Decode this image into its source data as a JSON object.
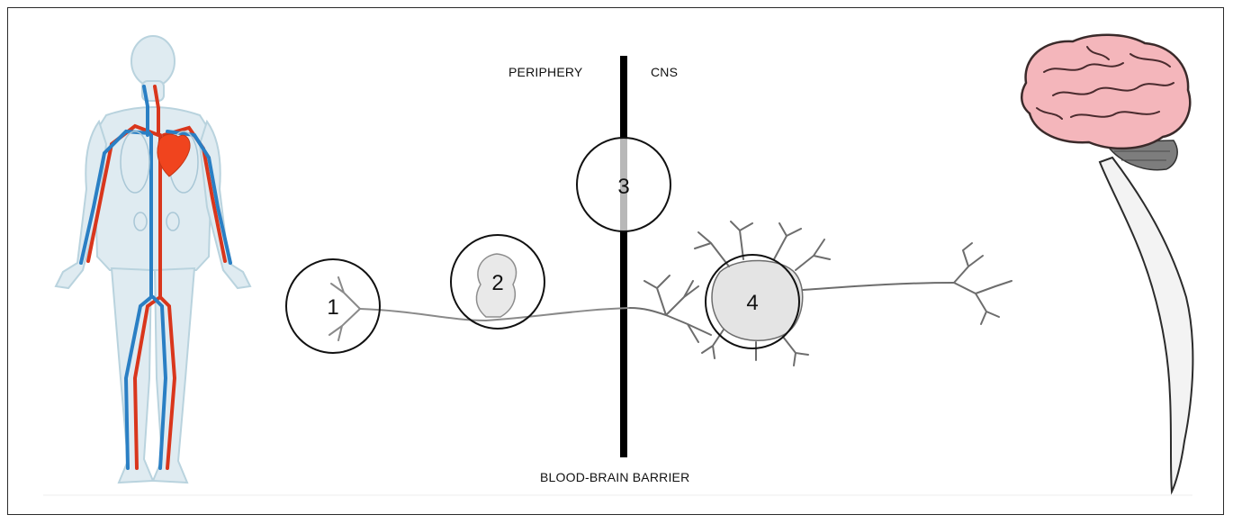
{
  "labels": {
    "periphery": "PERIPHERY",
    "cns": "CNS",
    "barrier": "BLOOD-BRAIN BARRIER"
  },
  "markers": [
    "1",
    "2",
    "3",
    "4"
  ],
  "colors": {
    "artery": "#d9361c",
    "vein": "#2a7fc4",
    "heart": "#f0441e",
    "brain_cortex": "#f4b6bb",
    "brain_outline": "#3a2a2a",
    "cerebellum": "#7d7d7d",
    "barrier_line": "#000000",
    "barrier_in_circle": "#b8b8b8",
    "body_fill": "#dde9ef",
    "neuron": "#7a7a7a"
  },
  "icons": {
    "human_body": "human-circulatory-system-icon",
    "brain": "brain-with-spinal-cord-icon"
  }
}
